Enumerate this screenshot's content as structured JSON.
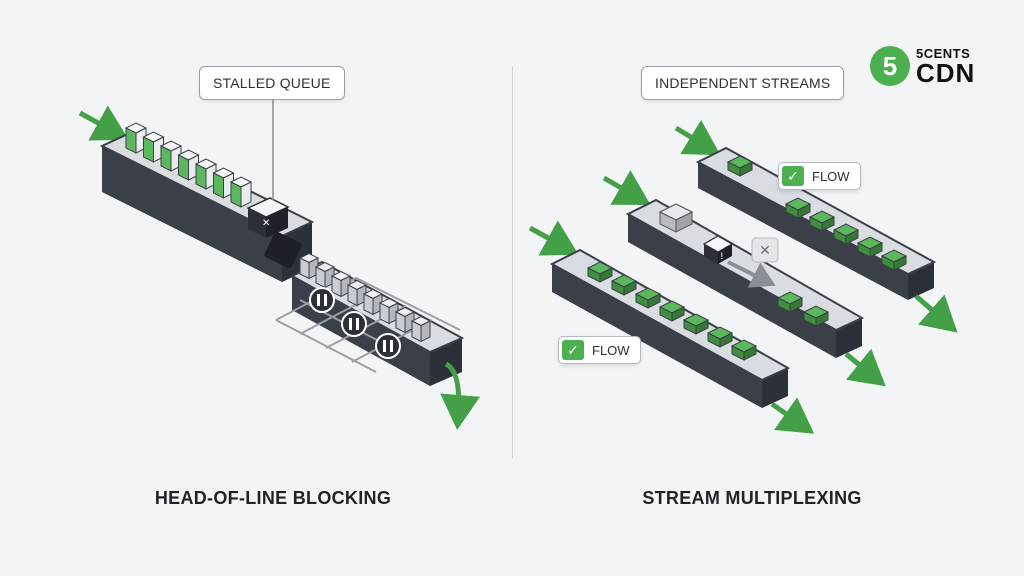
{
  "left_panel": {
    "callout": "STALLED QUEUE",
    "caption": "HEAD-OF-LINE BLOCKING"
  },
  "right_panel": {
    "callout": "INDEPENDENT STREAMS",
    "caption": "STREAM MULTIPLEXING",
    "flow_badges": [
      "FLOW",
      "FLOW"
    ]
  },
  "logo": {
    "mark": "5",
    "line1": "5CENTS",
    "line2": "CDN"
  },
  "colors": {
    "background": "#f3f4f6",
    "rail": "#3a3f48",
    "rail_top": "#d9dce0",
    "packet_green": "#5cb85c",
    "packet_face": "#f4f5f6",
    "arrow_green": "#43a047"
  }
}
